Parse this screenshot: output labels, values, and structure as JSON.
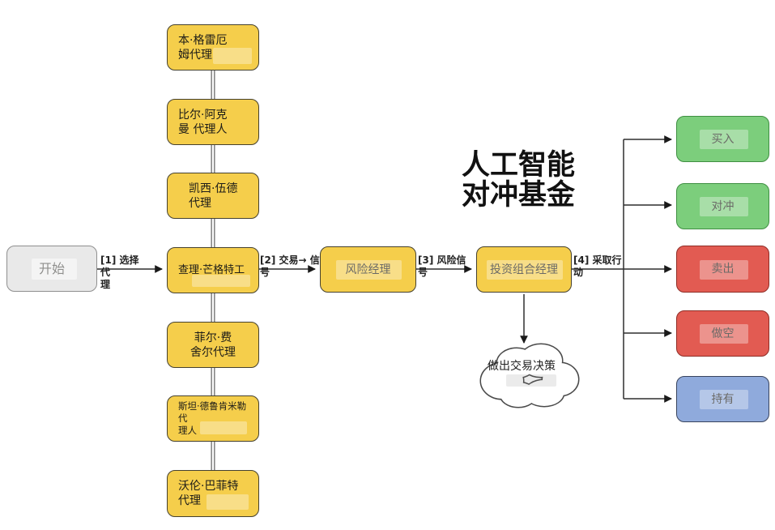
{
  "title": "人工智能\n对冲基金",
  "colors": {
    "agent_yellow": "#F5CE4B",
    "start_gray": "#E9E9E9",
    "action_green": "#7CCE7C",
    "action_red": "#E25B52",
    "action_blue": "#8FAADC",
    "line_dark": "#2f2f2f",
    "connector_gray": "#6b6b6b"
  },
  "start": {
    "label": "开始"
  },
  "agents": [
    {
      "label": "本·格雷厄\n姆代理"
    },
    {
      "label": "比尔·阿克\n曼 代理人"
    },
    {
      "label": "凯西·伍德\n代理"
    },
    {
      "label": "查理·芒格特工"
    },
    {
      "label": "菲尔·费\n舍尔代理"
    },
    {
      "label": "斯坦·德鲁肯米勒 代\n理人"
    },
    {
      "label": "沃伦·巴菲特\n代理"
    }
  ],
  "edge_labels": [
    {
      "text": "[1] 选择代\n理"
    },
    {
      "text": "[2] 交易→ 信\n号"
    },
    {
      "text": "[3] 风险信\n号"
    },
    {
      "text": "[4] 采取行\n动"
    }
  ],
  "managers": {
    "risk": "风险经理",
    "portfolio": "投资组合经理"
  },
  "decision": {
    "label": "做出交易决策"
  },
  "actions": [
    {
      "label": "买入",
      "color": "green"
    },
    {
      "label": "对冲",
      "color": "green"
    },
    {
      "label": "卖出",
      "color": "red"
    },
    {
      "label": "做空",
      "color": "red"
    },
    {
      "label": "持有",
      "color": "blue"
    }
  ]
}
